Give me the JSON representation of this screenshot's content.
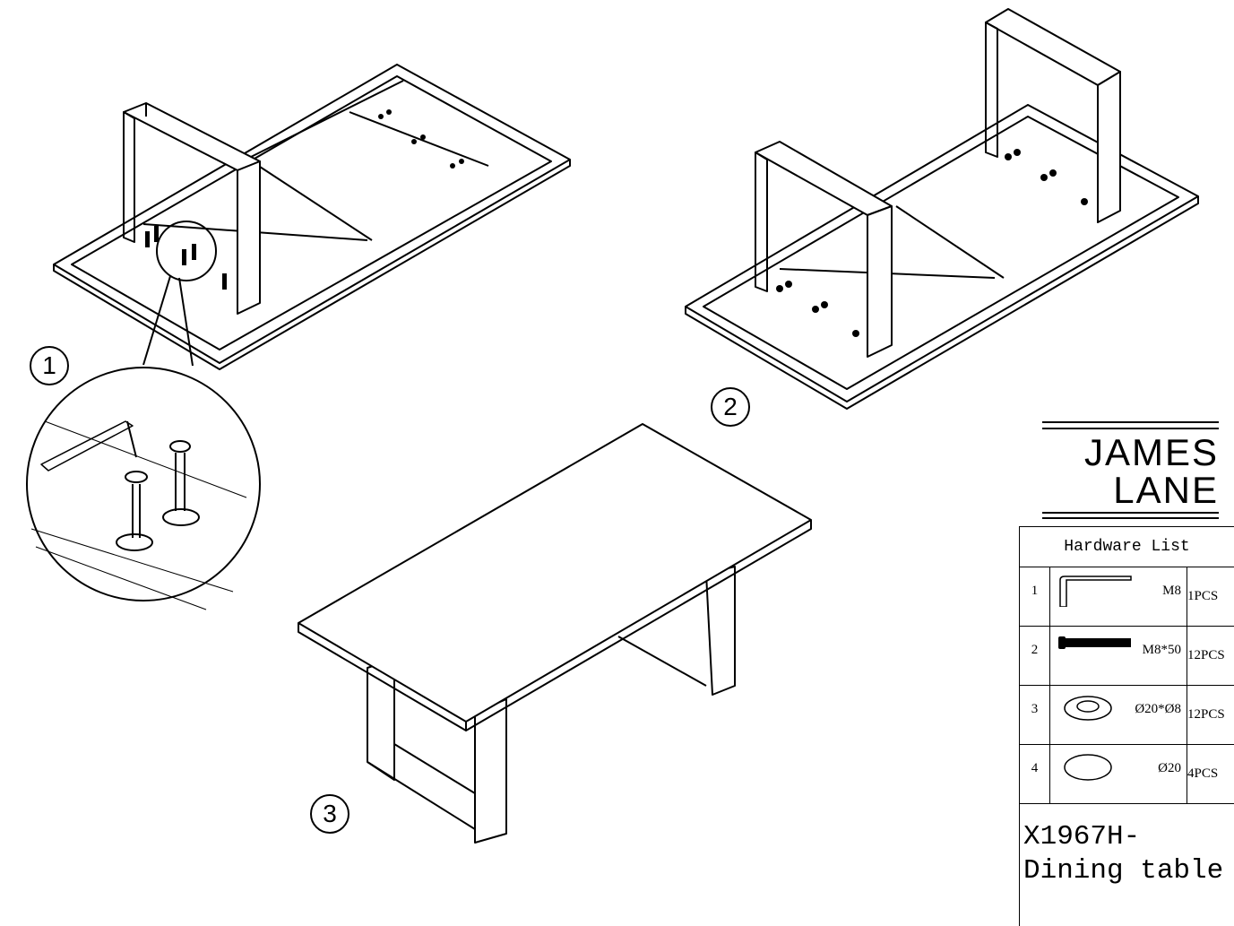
{
  "steps": [
    "1",
    "2",
    "3"
  ],
  "brand": {
    "line1": "JAMES",
    "line2": "LANE"
  },
  "hardware_list": {
    "title": "Hardware List",
    "items": [
      {
        "no": "1",
        "icon": "allen-key-icon",
        "spec": "M8",
        "qty": "1PCS"
      },
      {
        "no": "2",
        "icon": "bolt-icon",
        "spec": "M8*50",
        "qty": "12PCS"
      },
      {
        "no": "3",
        "icon": "washer-icon",
        "spec": "Ø20*Ø8",
        "qty": "12PCS"
      },
      {
        "no": "4",
        "icon": "foot-pad-icon",
        "spec": "Ø20",
        "qty": "4PCS"
      }
    ]
  },
  "product_title": "X1967H-Dining table"
}
